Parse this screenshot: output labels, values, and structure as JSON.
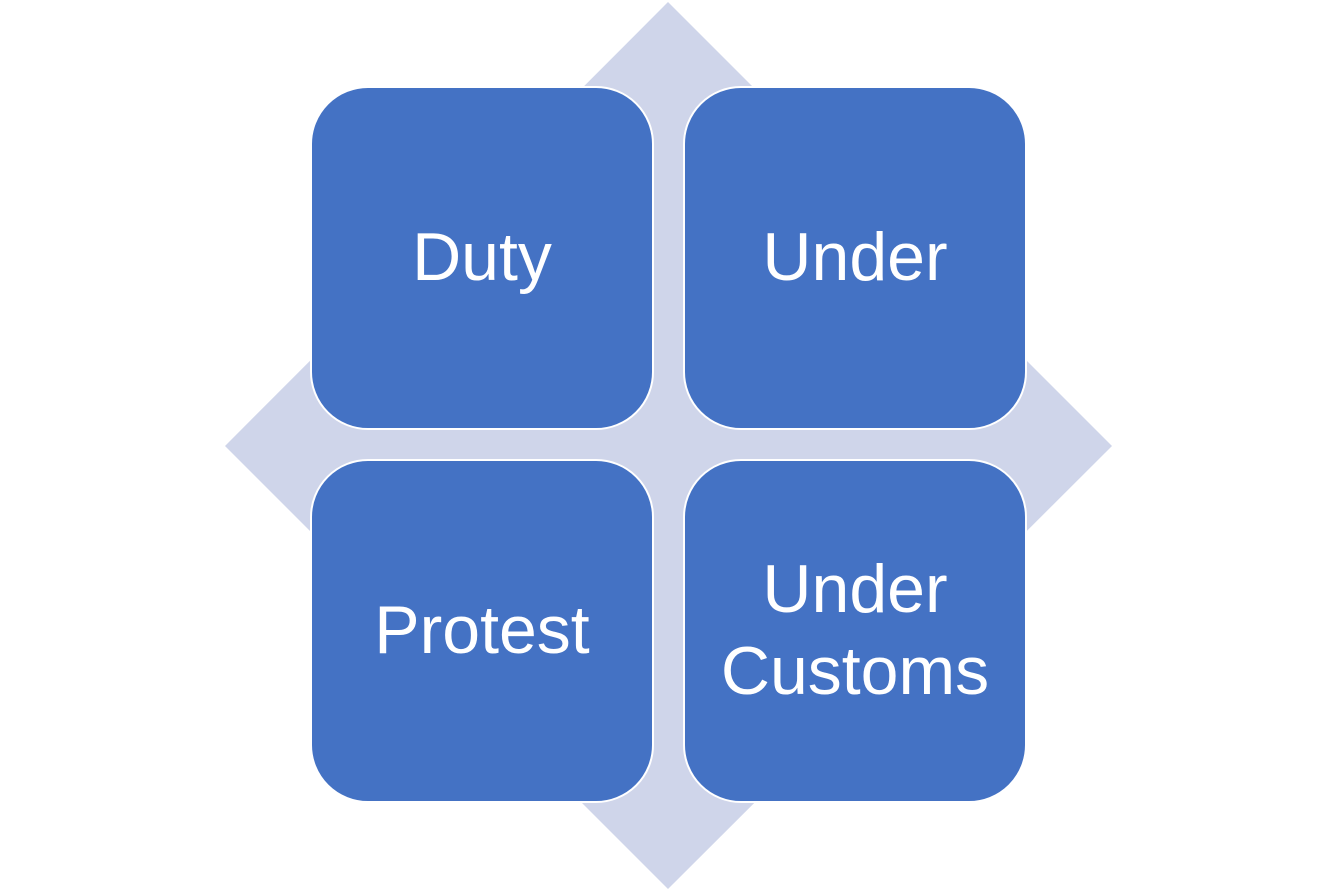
{
  "colors": {
    "tile_fill": "#4472C4",
    "diamond_fill": "#CFD5EA",
    "tile_text": "#FFFFFF",
    "background": "#FFFFFF"
  },
  "tiles": [
    {
      "label": "Duty"
    },
    {
      "label": "Under"
    },
    {
      "label": "Protest"
    },
    {
      "label": "Under Customs"
    }
  ]
}
